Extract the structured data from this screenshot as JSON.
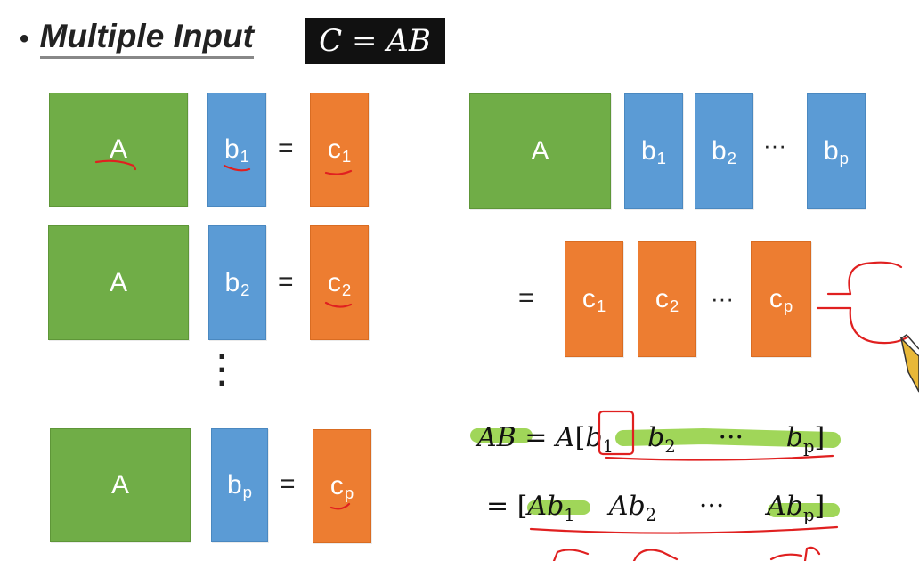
{
  "title": {
    "bullet": "•",
    "text": "Multiple Input"
  },
  "formula": "C = AB",
  "left_rows": [
    {
      "a": "A",
      "b": "b",
      "b_sub": "1",
      "eq": "=",
      "c": "c",
      "c_sub": "1"
    },
    {
      "a": "A",
      "b": "b",
      "b_sub": "2",
      "eq": "=",
      "c": "c",
      "c_sub": "2"
    },
    {
      "a": "A",
      "b": "b",
      "b_sub": "p",
      "eq": "=",
      "c": "c",
      "c_sub": "p"
    }
  ],
  "vertical_ellipsis": "⋮",
  "right_top": {
    "a": "A",
    "b1": "b",
    "b1_sub": "1",
    "b2": "b",
    "b2_sub": "2",
    "dots": "···",
    "bp": "b",
    "bp_sub": "p"
  },
  "right_mid": {
    "eq": "=",
    "c1": "c",
    "c1_sub": "1",
    "c2": "c",
    "c2_sub": "2",
    "dots": "···",
    "cp": "c",
    "cp_sub": "p"
  },
  "eq1": {
    "lhs": "AB",
    "eq": "=",
    "a": "A",
    "open": "[",
    "b1": "b",
    "b1_sub": "1",
    "b2": "b",
    "b2_sub": "2",
    "dots": "···",
    "bp": "b",
    "bp_sub": "p",
    "close": "]"
  },
  "eq2": {
    "eq": "=",
    "open": "[",
    "t1": "Ab",
    "t1_sub": "1",
    "t2": "Ab",
    "t2_sub": "2",
    "dots": "···",
    "tp": "Ab",
    "tp_sub": "p",
    "close": "]"
  },
  "colors": {
    "green": "#70ad47",
    "blue": "#5b9bd5",
    "orange": "#ed7d31",
    "ink_red": "#e02020",
    "highlight": "#8fcf3c"
  }
}
